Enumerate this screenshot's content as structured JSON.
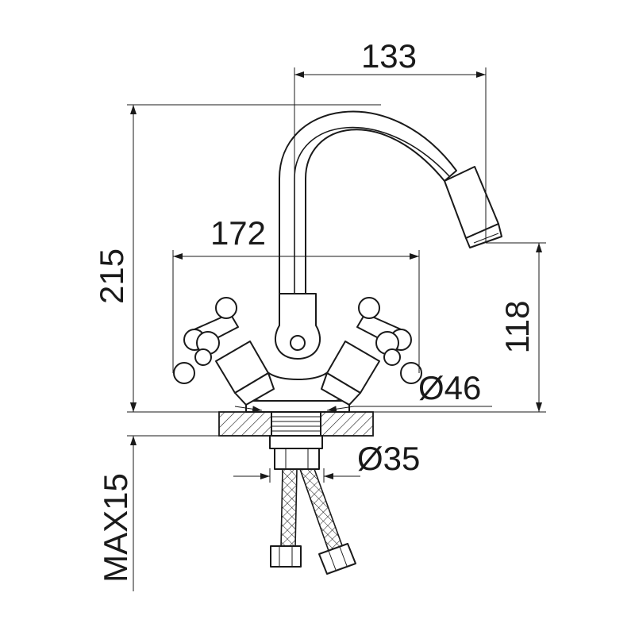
{
  "drawing": {
    "dimensions": {
      "spout_reach": "133",
      "total_height": "215",
      "handle_span": "172",
      "outlet_height": "118",
      "base_diameter": "Ø46",
      "mount_diameter": "Ø35",
      "max_countertop": "MAX15"
    },
    "line_color": "#1a1a1a",
    "background": "#ffffff"
  }
}
